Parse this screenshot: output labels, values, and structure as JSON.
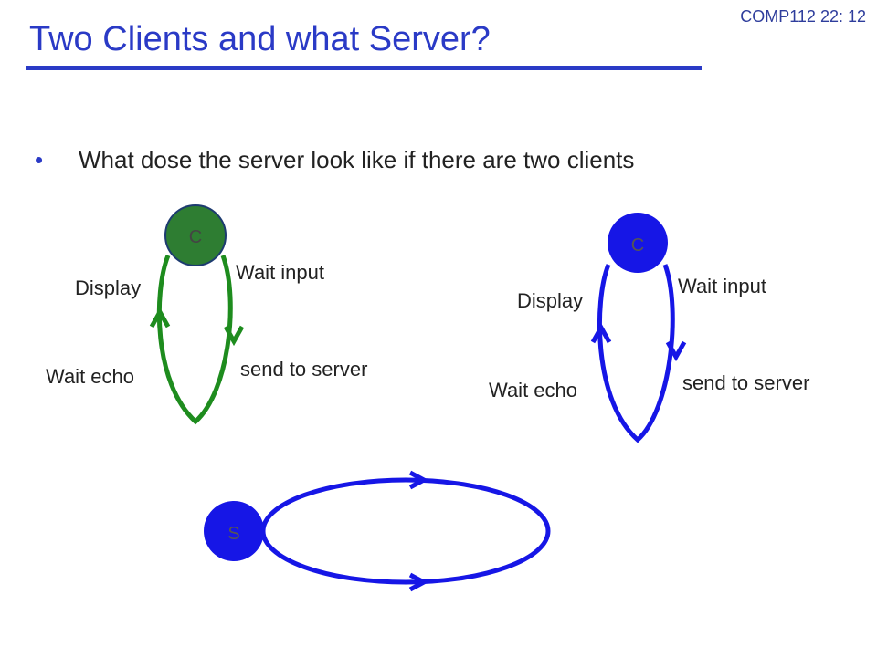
{
  "slide_number": "COMP112 22: 12",
  "title": "Two Clients and  what Server?",
  "bullet": {
    "marker": "•",
    "text": "What dose the server look like if there are two clients"
  },
  "client_left": {
    "node_label": "C",
    "labels": {
      "display": "Display",
      "wait_input": "Wait input",
      "wait_echo": "Wait echo",
      "send_to_server": "send to server"
    },
    "node_color": "#2e7d32",
    "loop_color": "#1e8c1e"
  },
  "client_right": {
    "node_label": "C",
    "labels": {
      "display": "Display",
      "wait_input": "Wait input",
      "wait_echo": "Wait echo",
      "send_to_server": "send to server"
    },
    "node_color": "#1616e6",
    "loop_color": "#1616e6"
  },
  "server": {
    "node_label": "S",
    "node_color": "#1616e6",
    "loop_color": "#1616e6"
  }
}
